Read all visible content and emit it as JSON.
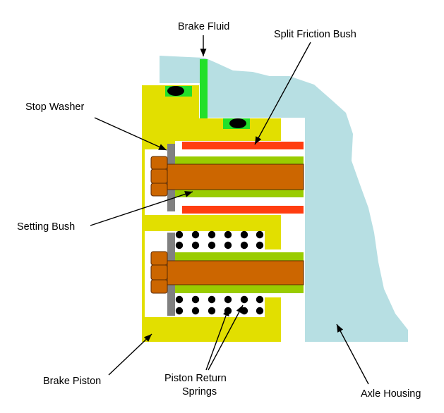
{
  "labels": {
    "brake_fluid": "Brake Fluid",
    "split_friction_bush": "Split Friction Bush",
    "stop_washer": "Stop Washer",
    "setting_bush": "Setting Bush",
    "brake_piston": "Brake Piston",
    "piston_return_springs_line1": "Piston Return",
    "piston_return_springs_line2": "Springs",
    "axle_housing": "Axle Housing"
  },
  "colors": {
    "axle_housing": "#b7dfe3",
    "brake_piston": "#e2df00",
    "brake_fluid": "#22e02a",
    "friction_bush": "#ff3d10",
    "setting_bush": "#99cc00",
    "bolt": "#cc6600",
    "stop_washer": "#808080",
    "seal": "#000000"
  }
}
